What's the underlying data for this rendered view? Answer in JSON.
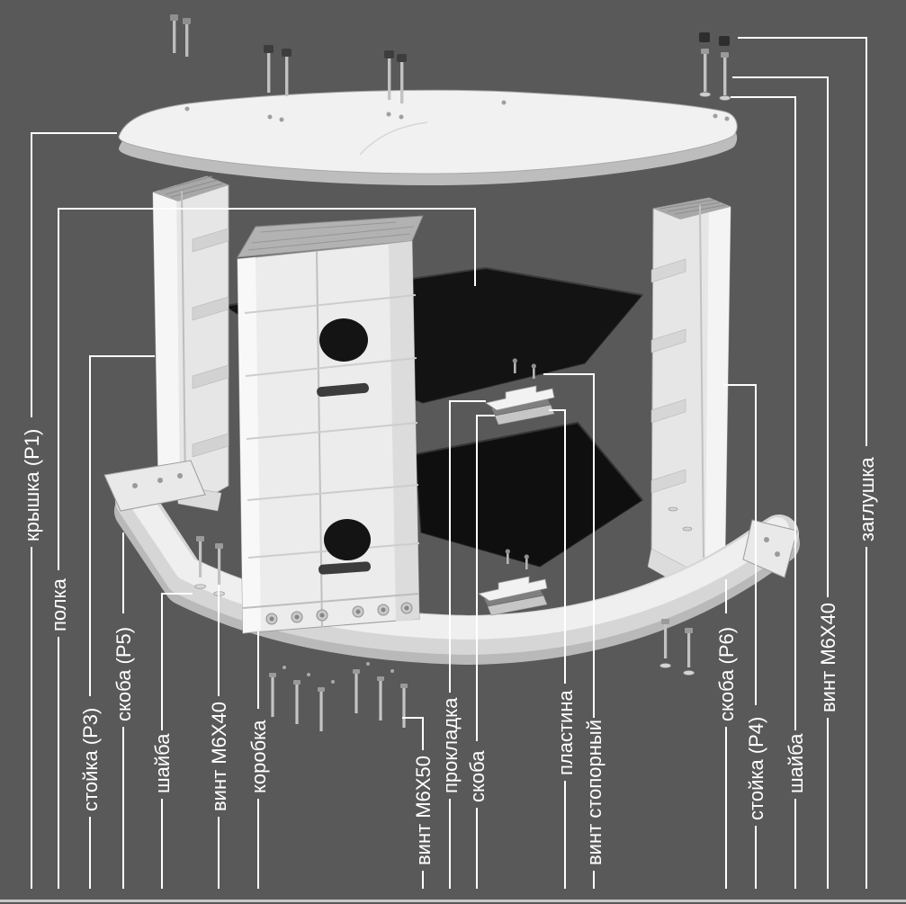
{
  "figure": {
    "type": "exploded-assembly-diagram",
    "subject": "corner TV stand assembly",
    "background_color": "#595959",
    "line_color": "#ffffff",
    "part_color": "#ececec",
    "shelf_color": "#121212"
  },
  "labels": [
    {
      "id": "cover-p1",
      "text": "крышка (Р1)"
    },
    {
      "id": "shelf",
      "text": "полка"
    },
    {
      "id": "post-p3",
      "text": "стойка (Р3)"
    },
    {
      "id": "bracket-p5",
      "text": "скоба (Р5)"
    },
    {
      "id": "washer-left",
      "text": "шайба"
    },
    {
      "id": "screw-m6x40-left",
      "text": "винт М6Х40"
    },
    {
      "id": "box",
      "text": "коробка"
    },
    {
      "id": "screw-m6x50",
      "text": "винт М6Х50"
    },
    {
      "id": "gasket",
      "text": "прокладка"
    },
    {
      "id": "bracket-center",
      "text": "скоба"
    },
    {
      "id": "plate",
      "text": "пластина"
    },
    {
      "id": "lock-screw",
      "text": "винт стопорный"
    },
    {
      "id": "bracket-p6",
      "text": "скоба (Р6)"
    },
    {
      "id": "post-p4",
      "text": "стойка (Р4)"
    },
    {
      "id": "washer-right",
      "text": "шайба"
    },
    {
      "id": "screw-m6x40-right",
      "text": "винт М6Х40"
    },
    {
      "id": "plug",
      "text": "заглушка"
    }
  ]
}
